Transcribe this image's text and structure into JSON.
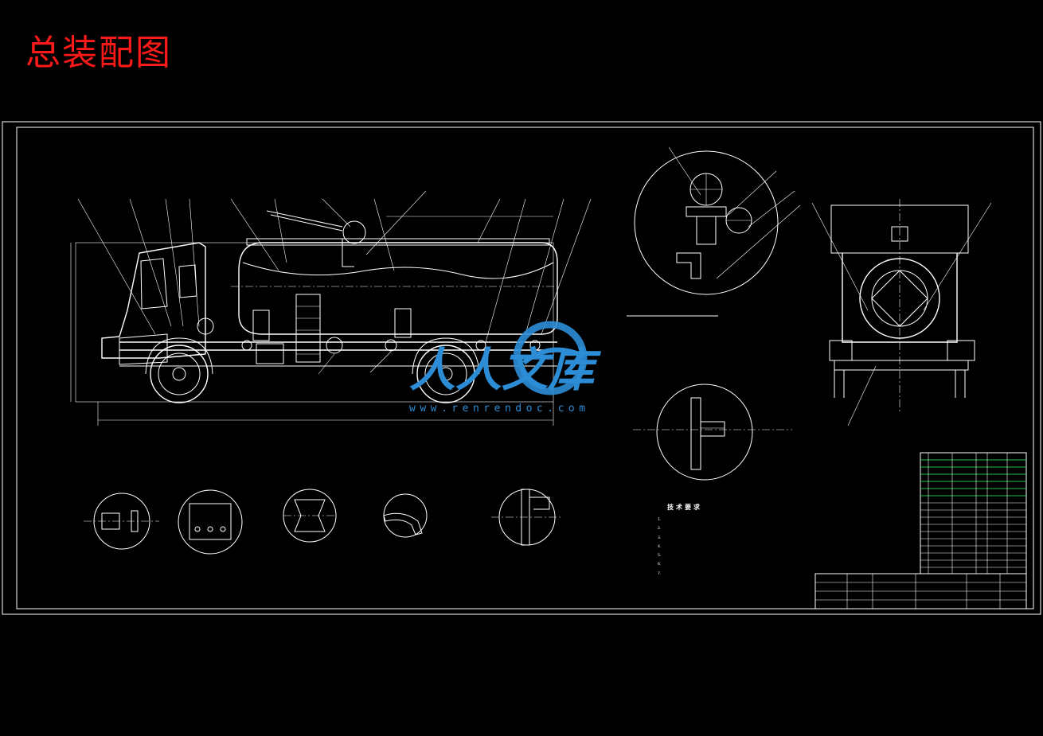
{
  "drawing": {
    "title": "总装配图",
    "title_color": "#ff1a1a",
    "background": "#000000",
    "line_color": "#ffffff",
    "table_highlight_color": "#33ff66"
  },
  "technical_requirements": {
    "title": "技术要求",
    "items": [
      "1.",
      "2.",
      "3.",
      "4.",
      "5.",
      "6.",
      "7."
    ]
  },
  "watermark": {
    "text_cn": "人人文库",
    "url": "www.renrendoc.com",
    "color": "#2c8dd6",
    "icon": "renrendoc-logo-icon"
  }
}
